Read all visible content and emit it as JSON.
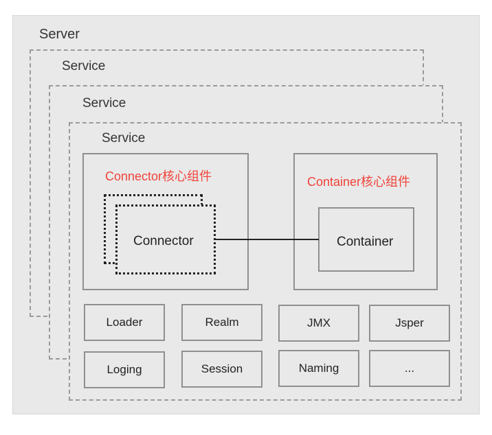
{
  "server": {
    "label": "Server"
  },
  "services": [
    {
      "label": "Service"
    },
    {
      "label": "Service"
    },
    {
      "label": "Service"
    }
  ],
  "connector_group": {
    "title": "Connector核心组件",
    "item": "Connector"
  },
  "container_group": {
    "title": "Container核心组件",
    "item": "Container"
  },
  "components": [
    "Loader",
    "Realm",
    "JMX",
    "Jsper",
    "Loging",
    "Session",
    "Naming",
    "..."
  ],
  "colors": {
    "accent_red": "#f0433a",
    "background": "#e9e9e9",
    "border": "#8f8f8f"
  }
}
